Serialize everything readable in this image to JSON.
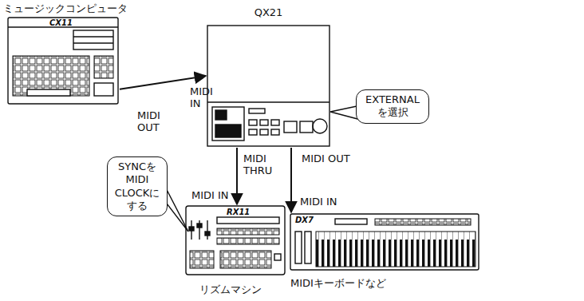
{
  "diagram": {
    "nodes": [
      {
        "text": [
          "ミュージックコンピュータ"
        ]
      },
      {
        "text": [
          "QX21"
        ]
      },
      {
        "text": [
          "リズムマシン"
        ]
      },
      {
        "text": [
          "MIDIキーボードなど"
        ]
      },
      {
        "text": [
          "EXTERNAL を選択"
        ]
      },
      {
        "text": [
          "SYNCをMIDI CLOCKにする"
        ]
      }
    ],
    "edges": [
      {
        "from": 0,
        "to": 1,
        "arrow": "to"
      },
      {
        "from": 1,
        "to": 2,
        "arrow": "to"
      },
      {
        "from": 1,
        "to": 3,
        "arrow": "to"
      }
    ],
    "labels": [
      "MIDI IN",
      "MIDI OUT",
      "MIDI THRU",
      "MIDI IN",
      "MIDI OUT",
      "MIDI IN",
      "CX11",
      "RX11",
      "DX7"
    ]
  }
}
